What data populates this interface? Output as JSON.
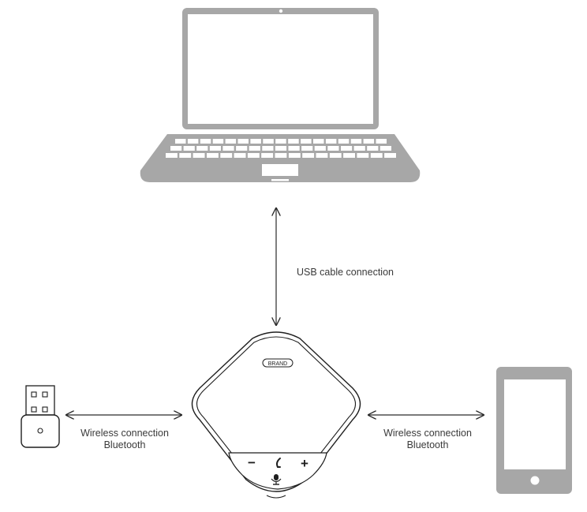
{
  "labels": {
    "usb": "USB cable connection",
    "left_line1": "Wireless connection",
    "left_line2": "Bluetooth",
    "right_line1": "Wireless connection",
    "right_line2": "Bluetooth"
  },
  "speaker": {
    "brand": "BRAND",
    "minus": "−",
    "plus": "+"
  },
  "colors": {
    "device_gray": "#a7a7a7",
    "line": "#2a2a2a",
    "outline": "#1f1f1f"
  }
}
